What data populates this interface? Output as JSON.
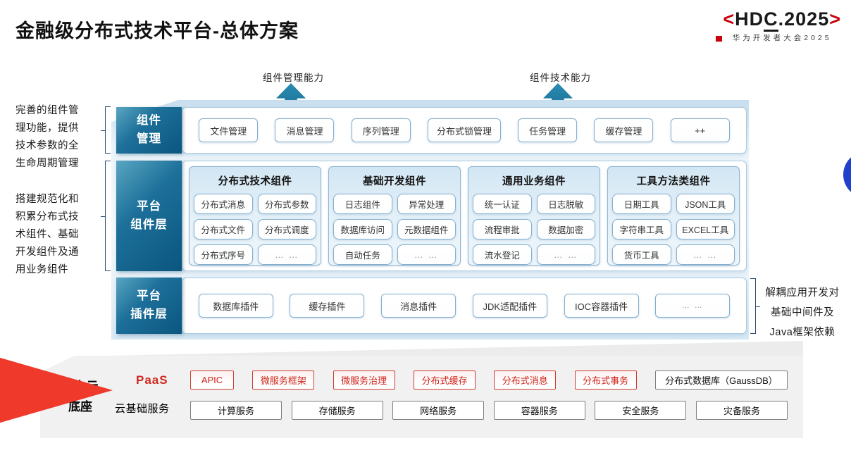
{
  "header": {
    "title": "金融级分布式技术平台-总体方案",
    "logo": {
      "left_bracket": "<",
      "hd": "HD",
      "c": "C",
      "rest": ".2025",
      "right_bracket": ">",
      "subtitle": "华为开发者大会2025",
      "red": "#c7000b"
    }
  },
  "arrows": {
    "manage_label": "组件管理能力",
    "tech_label": "组件技术能力"
  },
  "notes": {
    "left_top": "完善的组件管\n理功能，提供\n技术参数的全\n生命周期管理",
    "left_bottom": "搭建规范化和\n积累分布式技\n术组件、基础\n开发组件及通\n用业务组件",
    "right": "解耦应用开发对\n基础中间件及\nJava框架依赖"
  },
  "diagram": {
    "manage": {
      "label": "组件\n管理",
      "items": [
        "文件管理",
        "消息管理",
        "序列管理",
        "分布式锁管理",
        "任务管理",
        "缓存管理",
        "++"
      ]
    },
    "components": {
      "label": "平台\n组件层",
      "groups": [
        {
          "title": "分布式技术组件",
          "items": [
            "分布式消息",
            "分布式参数",
            "分布式文件",
            "分布式调度",
            "分布式序号",
            "… …"
          ]
        },
        {
          "title": "基础开发组件",
          "items": [
            "日志组件",
            "异常处理",
            "数据库访问",
            "元数据组件",
            "自动任务",
            "… …"
          ]
        },
        {
          "title": "通用业务组件",
          "items": [
            "统一认证",
            "日志脱敏",
            "流程审批",
            "数据加密",
            "流水登记",
            "… …"
          ]
        },
        {
          "title": "工具方法类组件",
          "items": [
            "日期工具",
            "JSON工具",
            "字符串工具",
            "EXCEL工具",
            "货币工具",
            "… …"
          ]
        }
      ]
    },
    "plugins": {
      "label": "平台\n插件层",
      "items": [
        "数据库插件",
        "缓存插件",
        "消息插件",
        "JDK适配插件",
        "IOC容器插件",
        "… …"
      ]
    }
  },
  "foundation": {
    "base_label": "华为云\n底座",
    "paas": {
      "label": "PaaS",
      "items": [
        "APIC",
        "微服务框架",
        "微服务治理",
        "分布式缓存",
        "分布式消息",
        "分布式事务"
      ],
      "db_item": "分布式数据库（GaussDB）"
    },
    "cloud": {
      "label": "云基础服务",
      "items": [
        "计算服务",
        "存储服务",
        "网络服务",
        "容器服务",
        "安全服务",
        "灾备服务"
      ]
    }
  },
  "colors": {
    "layer_teal": "#16688f",
    "arrow_teal": "#1c7da4",
    "chip_border_blue": "#85afce",
    "group_bg": "#d9eaf5",
    "paas_red": "#cf241b",
    "logo_red": "#c7000b",
    "red_arrow": "#ee392b",
    "blue_circle": "#2340cb",
    "foundation_gray": "#f1f1f1"
  }
}
